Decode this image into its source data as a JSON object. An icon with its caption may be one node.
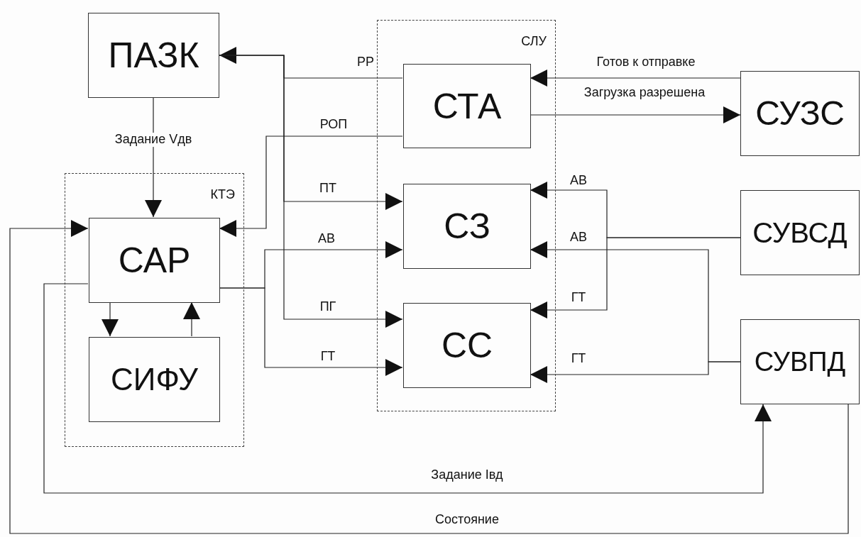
{
  "diagram": {
    "nodes": [
      {
        "text": [
          "ПАЗК"
        ]
      },
      {
        "text": [
          "СЛУ"
        ]
      },
      {
        "text": [
          "СТА"
        ],
        "in": 1
      },
      {
        "text": [
          "СЗ"
        ],
        "in": 1
      },
      {
        "text": [
          "СС"
        ],
        "in": 1
      },
      {
        "text": [
          "СУЗС"
        ]
      },
      {
        "text": [
          "СУВСД"
        ]
      },
      {
        "text": [
          "СУВПД"
        ]
      },
      {
        "text": [
          "КТЭ"
        ]
      },
      {
        "text": [
          "САР"
        ],
        "in": 8
      },
      {
        "text": [
          "СИФУ"
        ],
        "in": 8
      }
    ],
    "edges": [
      {
        "from": 2,
        "to": 0,
        "arrow": "to",
        "label": "РР"
      },
      {
        "from": 2,
        "to": 9,
        "arrow": "to",
        "label": "РОП"
      },
      {
        "from": 0,
        "to": 9,
        "arrow": "to",
        "label": "Задание Vдв"
      },
      {
        "from": 0,
        "to": 3,
        "arrow": "to",
        "label": "ПТ"
      },
      {
        "from": 0,
        "to": 4,
        "arrow": "to",
        "label": "ПГ"
      },
      {
        "from": 9,
        "to": 3,
        "arrow": "to",
        "label": "АВ"
      },
      {
        "from": 9,
        "to": 4,
        "arrow": "to",
        "label": "ГТ"
      },
      {
        "from": 9,
        "to": 10,
        "arrow": "to"
      },
      {
        "from": 10,
        "to": 9,
        "arrow": "to"
      },
      {
        "from": 5,
        "to": 2,
        "arrow": "to",
        "label": "Готов к отправке"
      },
      {
        "from": 2,
        "to": 5,
        "arrow": "to",
        "label": "Загрузка разрешена"
      },
      {
        "from": 6,
        "to": 3,
        "arrow": "to",
        "label": "АВ"
      },
      {
        "from": 6,
        "to": 4,
        "arrow": "to",
        "label": "ГТ"
      },
      {
        "from": 7,
        "to": 3,
        "arrow": "to",
        "label": "АВ"
      },
      {
        "from": 7,
        "to": 4,
        "arrow": "to",
        "label": "ГТ"
      },
      {
        "from": 9,
        "to": 7,
        "arrow": "to",
        "label": "Задание Iвд"
      },
      {
        "from": 7,
        "to": 9,
        "arrow": "to",
        "label": "Состояние"
      }
    ]
  }
}
